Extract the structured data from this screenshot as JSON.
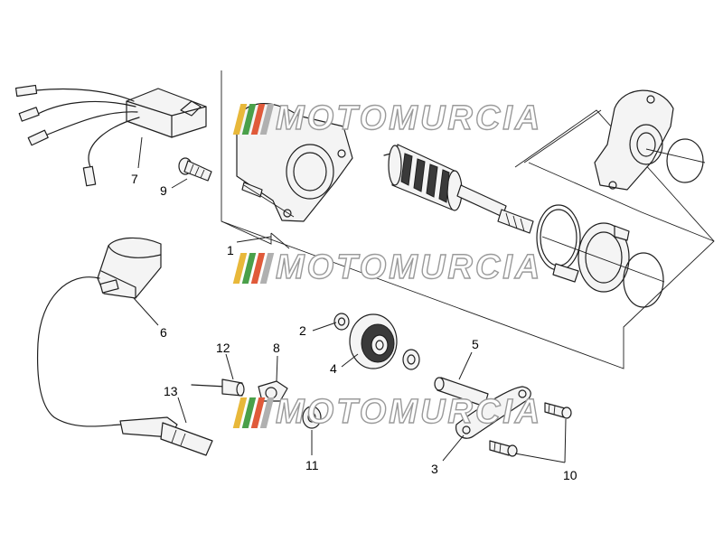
{
  "watermark": {
    "text": "MOTOMURCIA",
    "stripe_colors": [
      "#e8b83a",
      "#4aa04a",
      "#e05a3a",
      "#b0b0b0"
    ]
  },
  "callouts": [
    {
      "id": "part-1",
      "label": "1"
    },
    {
      "id": "part-2",
      "label": "2"
    },
    {
      "id": "part-3",
      "label": "3"
    },
    {
      "id": "part-4",
      "label": "4"
    },
    {
      "id": "part-5",
      "label": "5"
    },
    {
      "id": "part-6",
      "label": "6"
    },
    {
      "id": "part-7",
      "label": "7"
    },
    {
      "id": "part-8",
      "label": "8"
    },
    {
      "id": "part-9",
      "label": "9"
    },
    {
      "id": "part-10",
      "label": "10"
    },
    {
      "id": "part-11",
      "label": "11"
    },
    {
      "id": "part-12",
      "label": "12"
    },
    {
      "id": "part-13",
      "label": "13"
    }
  ]
}
